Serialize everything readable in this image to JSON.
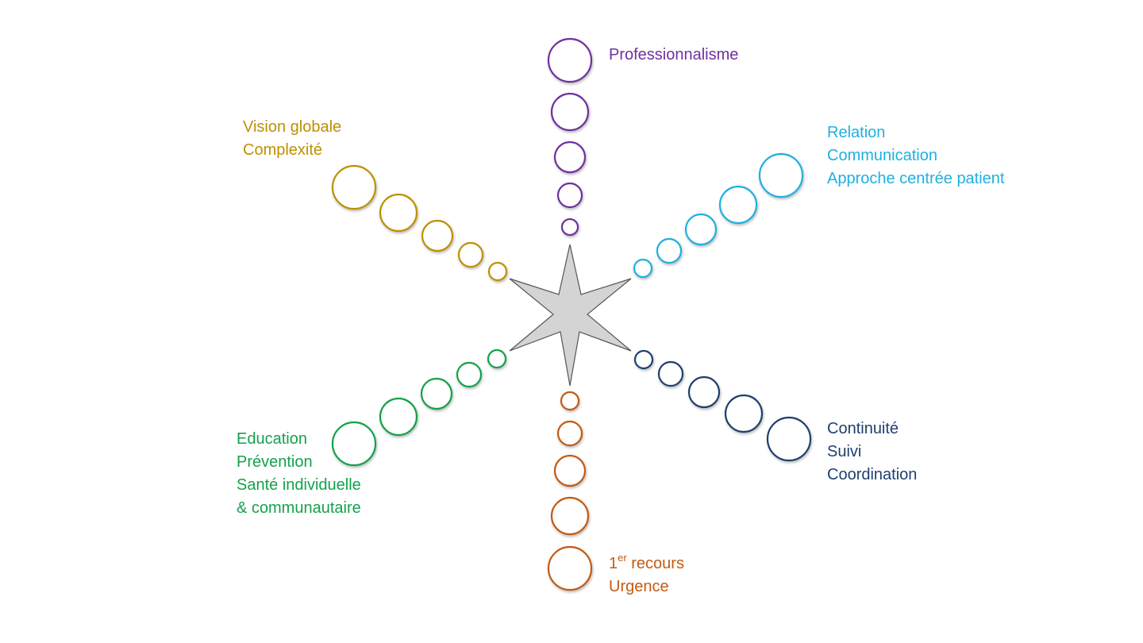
{
  "center": {
    "name": "star",
    "fill": "#d4d4d4",
    "stroke": "#555555"
  },
  "branches": [
    {
      "id": "top",
      "color": "#7030a0",
      "lines": [
        "Professionnalisme"
      ]
    },
    {
      "id": "top-right",
      "color": "#1fb0e0",
      "lines": [
        "Relation",
        "Communication",
        "Approche centrée patient"
      ]
    },
    {
      "id": "bottom-right",
      "color": "#1f3f6e",
      "lines": [
        "Continuité",
        "Suivi",
        "Coordination"
      ]
    },
    {
      "id": "bottom",
      "color": "#c55a11",
      "lines": [
        "recours",
        "Urgence"
      ],
      "first_prefix": "1",
      "first_sup": "er"
    },
    {
      "id": "bottom-left",
      "color": "#13a24b",
      "lines": [
        "Education",
        "Prévention",
        "Santé individuelle",
        "& communautaire"
      ]
    },
    {
      "id": "top-left",
      "color": "#bf9000",
      "lines": [
        "Vision globale",
        "Complexité"
      ]
    }
  ]
}
